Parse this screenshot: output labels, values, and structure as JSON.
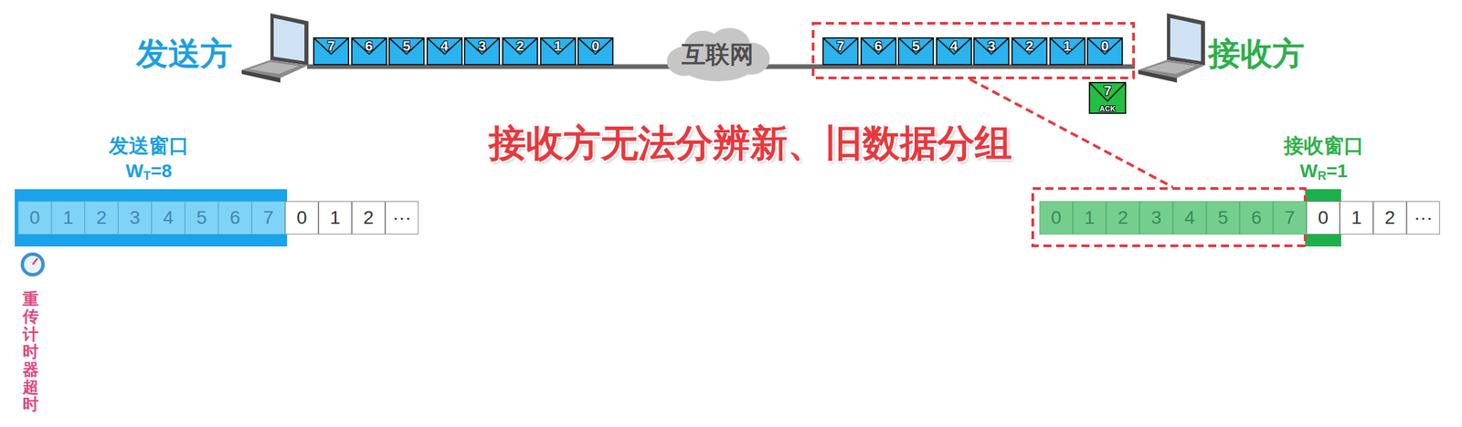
{
  "diagram": {
    "nodes": [
      {
        "text": [
          "7"
        ]
      },
      {
        "text": [
          "6"
        ]
      },
      {
        "text": [
          "5"
        ]
      },
      {
        "text": [
          "4"
        ]
      },
      {
        "text": [
          "3"
        ]
      },
      {
        "text": [
          "2"
        ]
      },
      {
        "text": [
          "1"
        ]
      },
      {
        "text": [
          "0"
        ]
      },
      {
        "text": [
          "互联网"
        ]
      },
      {
        "text": [
          "7"
        ]
      },
      {
        "text": [
          "6"
        ]
      },
      {
        "text": [
          "5"
        ]
      },
      {
        "text": [
          "4"
        ]
      },
      {
        "text": [
          "3"
        ]
      },
      {
        "text": [
          "2"
        ]
      },
      {
        "text": [
          "1"
        ]
      },
      {
        "text": [
          "0"
        ]
      },
      {
        "text": [
          "7",
          "ACK"
        ]
      },
      {
        "text": [
          "0"
        ]
      },
      {
        "text": [
          "1"
        ]
      },
      {
        "text": [
          "2"
        ]
      },
      {
        "text": [
          "3"
        ]
      },
      {
        "text": [
          "4"
        ]
      },
      {
        "text": [
          "5"
        ]
      },
      {
        "text": [
          "6"
        ]
      },
      {
        "text": [
          "7"
        ]
      },
      {
        "text": [
          "0"
        ]
      },
      {
        "text": [
          "1"
        ]
      },
      {
        "text": [
          "2"
        ]
      },
      {
        "text": [
          "···"
        ]
      },
      {
        "text": [
          "0"
        ]
      },
      {
        "text": [
          "1"
        ]
      },
      {
        "text": [
          "2"
        ]
      },
      {
        "text": [
          "3"
        ]
      },
      {
        "text": [
          "4"
        ]
      },
      {
        "text": [
          "5"
        ]
      },
      {
        "text": [
          "6"
        ]
      },
      {
        "text": [
          "7"
        ]
      },
      {
        "text": [
          "0"
        ]
      },
      {
        "text": [
          "1"
        ]
      },
      {
        "text": [
          "2"
        ]
      },
      {
        "text": [
          "···"
        ]
      }
    ],
    "labels": [
      "发送方",
      "接收方",
      "接收方无法分辨新、旧数据分组",
      "发送窗口",
      "W",
      "T",
      "=8",
      "接收窗口",
      "W",
      "R",
      "=1",
      "重传计时器超时"
    ]
  }
}
